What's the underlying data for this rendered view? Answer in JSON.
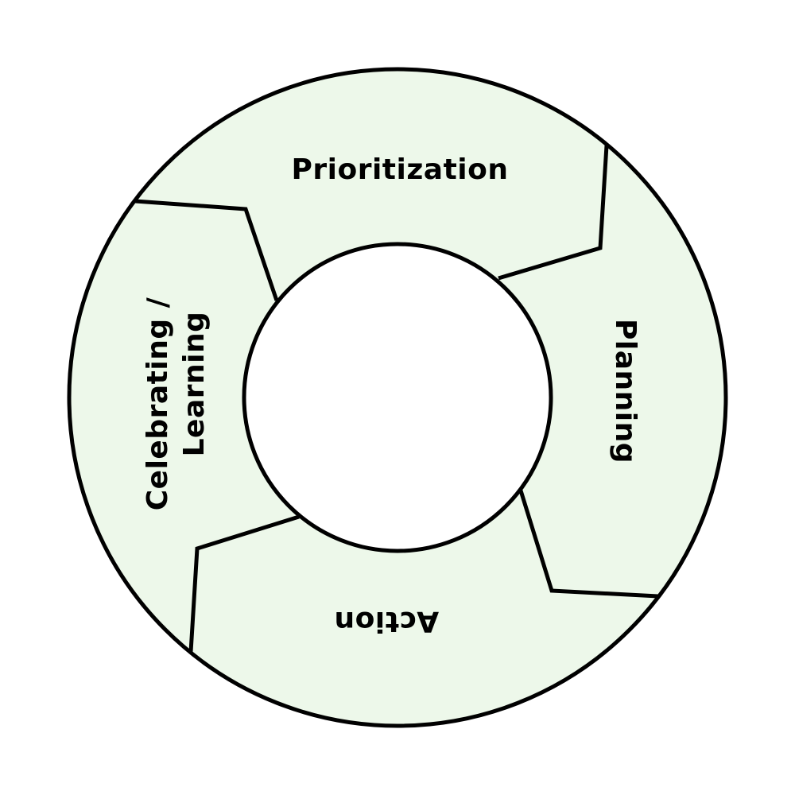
{
  "diagram": {
    "type": "cycle",
    "fill_color": "#edf8ea",
    "stroke_color": "#000000",
    "stages": [
      {
        "label": "Prioritization"
      },
      {
        "label": "Planning"
      },
      {
        "label": "Action"
      },
      {
        "label_line1": "Celebrating /",
        "label_line2": "Learning"
      }
    ]
  }
}
